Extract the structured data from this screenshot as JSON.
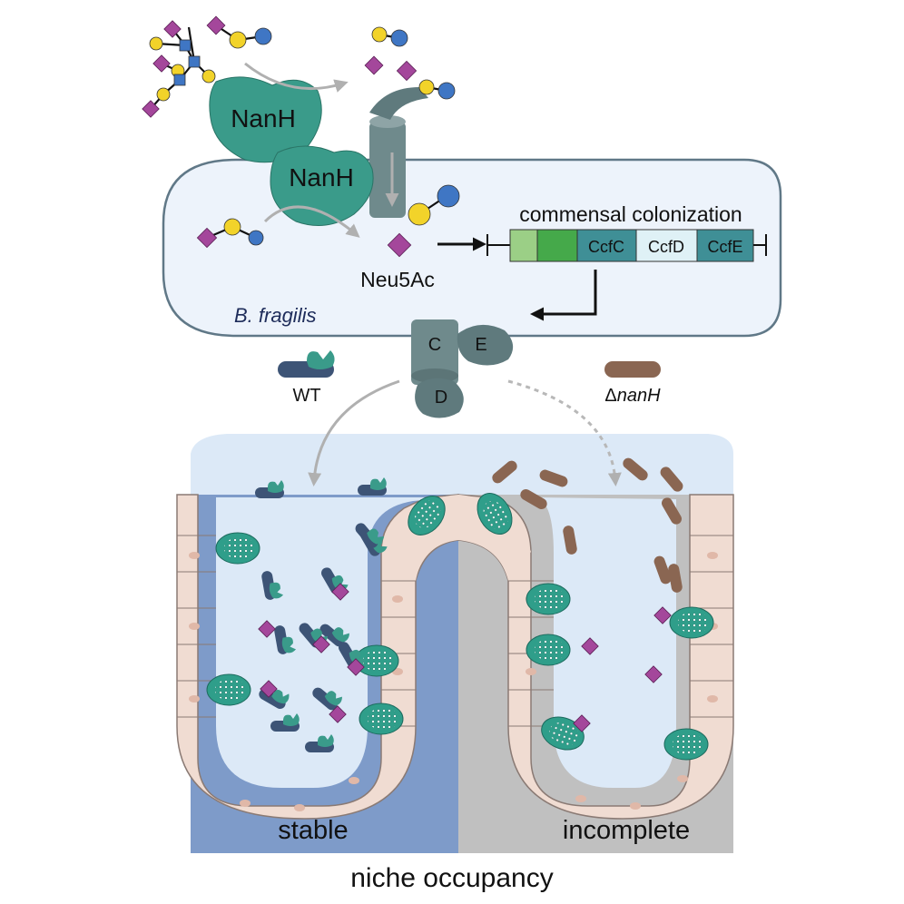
{
  "enzymes": {
    "nanh_label_1": "NanH",
    "nanh_label_2": "NanH"
  },
  "cell": {
    "species": "B. fragilis",
    "product_label": "Neu5Ac",
    "operon_title": "commensal colonization",
    "genes": [
      "CcfC",
      "CcfD",
      "CcfE"
    ]
  },
  "complex": {
    "c": "C",
    "d": "D",
    "e": "E"
  },
  "strains": {
    "wt": "WT",
    "mutant_delta": "Δ",
    "mutant_gene": "nanH"
  },
  "crypt": {
    "left_label": "stable",
    "right_label": "incomplete"
  },
  "footer": {
    "title": "niche occupancy"
  },
  "colors": {
    "nanh": "#3a9b8a",
    "transporter": "#6f8a8c",
    "cell_fill": "#edf3fb",
    "sialic_acid": "#a4479b",
    "galactose": "#f2d32a",
    "glcnac": "#3f76c4",
    "wt_bacterium": "#3d5476",
    "mutant_bacterium": "#8a6652",
    "stable_bg": "#7e9bc9",
    "incomplete_bg": "#c0c0c0",
    "epithelium": "#f0dcd2",
    "goblet": "#2f9e8a"
  }
}
